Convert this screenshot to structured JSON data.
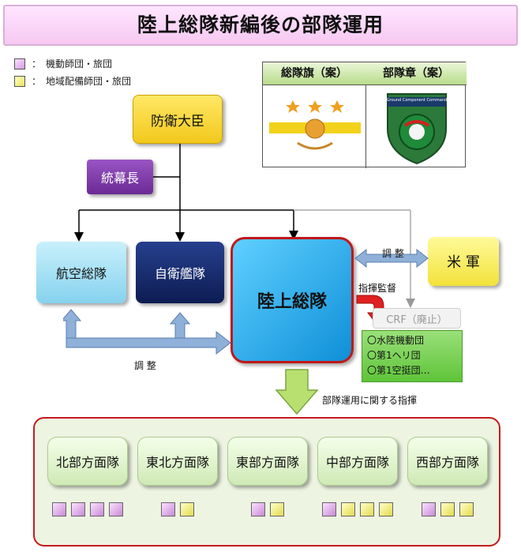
{
  "title": "陸上総隊新編後の部隊運用",
  "legend": [
    {
      "label": "：　機動師団・旅団",
      "color": "pink"
    },
    {
      "label": "：　地域配備師団・旅団",
      "color": "yellow"
    }
  ],
  "flags": {
    "flag_header": "総隊旗（案）",
    "emblem_header": "部隊章（案）",
    "emblem_text": "Ground Component Command"
  },
  "nodes": {
    "minister": "防衛大臣",
    "chief_of_staff": "統幕長",
    "air_force": "航空総隊",
    "fleet": "自衛艦隊",
    "gcc": "陸上総隊",
    "us_forces": "米 軍",
    "crf": "CRF（廃止）"
  },
  "crf_units": [
    "〇水陸機動団",
    "〇第1ヘリ団",
    "〇第1空挺団…"
  ],
  "edge_labels": {
    "coordination_us": "調 整",
    "command_supervision": "指揮監督",
    "coordination_bottom": "調 整",
    "operational_command": "部隊運用に関する指揮"
  },
  "armies": [
    {
      "name": "北部方面隊",
      "units": [
        "pink",
        "pink",
        "pink",
        "pink"
      ]
    },
    {
      "name": "東北方面隊",
      "units": [
        "pink",
        "yellow"
      ]
    },
    {
      "name": "東部方面隊",
      "units": [
        "pink",
        "yellow"
      ]
    },
    {
      "name": "中部方面隊",
      "units": [
        "pink",
        "yellow",
        "yellow",
        "yellow"
      ]
    },
    {
      "name": "西部方面隊",
      "units": [
        "pink",
        "yellow",
        "yellow"
      ]
    }
  ],
  "colors": {
    "minister": "#ffdd33",
    "chief": "#7d3aa8",
    "air": "#9fe0f5",
    "fleet": "#142a6e",
    "gcc": "#1fa7e8",
    "us": "#fff26a",
    "crf_units": "#7fd55a"
  }
}
